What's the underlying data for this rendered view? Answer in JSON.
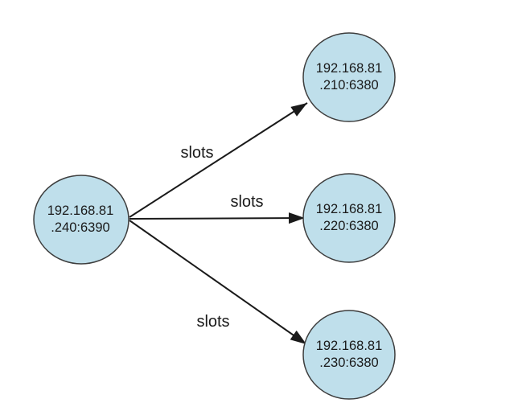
{
  "diagram": {
    "type": "network-topology",
    "colors": {
      "background": "#ffffff",
      "node_fill": "#bfdfeb",
      "node_stroke": "#3d3d3d",
      "arrow": "#1a1a1a",
      "text": "#1a1a1a"
    },
    "nodes": [
      {
        "id": "node-240",
        "line1": "192.168.81",
        "line2": ".240:6390"
      },
      {
        "id": "node-210",
        "line1": "192.168.81",
        "line2": ".210:6380"
      },
      {
        "id": "node-220",
        "line1": "192.168.81",
        "line2": ".220:6380"
      },
      {
        "id": "node-230",
        "line1": "192.168.81",
        "line2": ".230:6380"
      }
    ],
    "edges": [
      {
        "from": "192.168.81.240:6390",
        "to": "192.168.81.210:6380",
        "label": "slots"
      },
      {
        "from": "192.168.81.240:6390",
        "to": "192.168.81.220:6380",
        "label": "slots"
      },
      {
        "from": "192.168.81.240:6390",
        "to": "192.168.81.230:6380",
        "label": "slots"
      }
    ]
  }
}
